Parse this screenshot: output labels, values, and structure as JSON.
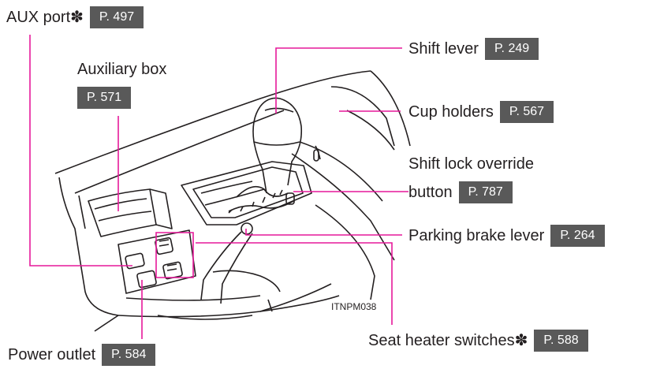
{
  "colors": {
    "leader": "#e6199a",
    "ref_box": "#595959",
    "ref_text": "#ffffff",
    "outline": "#231f20"
  },
  "labels": {
    "aux_port": {
      "text": "AUX port",
      "mark": "✽",
      "page": "P. 497"
    },
    "auxiliary_box": {
      "text": "Auxiliary box",
      "page": "P. 571"
    },
    "shift_lever": {
      "text": "Shift lever",
      "page": "P. 249"
    },
    "cup_holders": {
      "text": "Cup holders",
      "page": "P. 567"
    },
    "shift_lock": {
      "line1": "Shift lock override",
      "line2": "button",
      "page": "P. 787"
    },
    "parking_brake": {
      "text": "Parking brake lever",
      "page": "P. 264"
    },
    "seat_heater": {
      "text": "Seat heater switches",
      "mark": "✽",
      "page": "P. 588"
    },
    "power_outlet": {
      "text": "Power outlet",
      "page": "P. 584"
    }
  },
  "figure_code": "ITNPM038"
}
